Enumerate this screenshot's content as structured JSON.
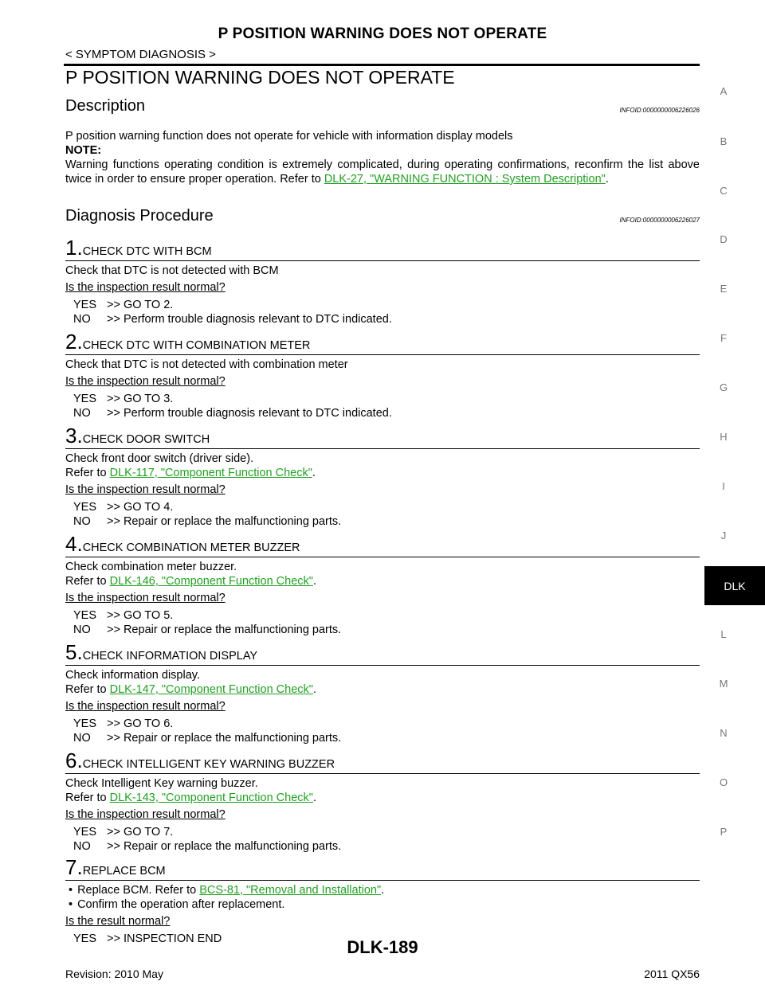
{
  "header": {
    "title": "P POSITION WARNING DOES NOT OPERATE",
    "breadcrumb": "< SYMPTOM DIAGNOSIS >"
  },
  "page_title": "P POSITION WARNING DOES NOT OPERATE",
  "description": {
    "heading": "Description",
    "infoid": "INFOID:0000000006226026",
    "line1": "P position warning function does not operate for vehicle with information display models",
    "note_label": "NOTE:",
    "note_text": "Warning functions operating condition is extremely complicated, during operating confirmations, reconfirm the list above twice in order to ensure proper operation. Refer to ",
    "note_link": "DLK-27, \"WARNING FUNCTION : System Description\"",
    "note_end": "."
  },
  "procedure": {
    "heading": "Diagnosis Procedure",
    "infoid": "INFOID:0000000006226027",
    "steps": [
      {
        "num": "1.",
        "label": "CHECK DTC WITH BCM",
        "line1": "Check that DTC is not detected with BCM",
        "question": "Is the inspection result normal?",
        "yes_key": "YES",
        "yes": ">> GO TO 2.",
        "no_key": "NO",
        "no": ">> Perform trouble diagnosis relevant to DTC indicated."
      },
      {
        "num": "2.",
        "label": "CHECK DTC WITH COMBINATION METER",
        "line1": "Check that DTC is not detected with combination meter",
        "question": "Is the inspection result normal?",
        "yes_key": "YES",
        "yes": ">> GO TO 3.",
        "no_key": "NO",
        "no": ">> Perform trouble diagnosis relevant to DTC indicated."
      },
      {
        "num": "3.",
        "label": "CHECK DOOR SWITCH",
        "line1": "Check front door switch (driver side).",
        "refer": "Refer to ",
        "link": "DLK-117, \"Component Function Check\"",
        "end": ".",
        "question": "Is the inspection result normal?",
        "yes_key": "YES",
        "yes": ">> GO TO 4.",
        "no_key": "NO",
        "no": ">> Repair or replace the malfunctioning parts."
      },
      {
        "num": "4.",
        "label": "CHECK COMBINATION METER BUZZER",
        "line1": "Check combination meter buzzer.",
        "refer": "Refer to ",
        "link": "DLK-146, \"Component Function Check\"",
        "end": ".",
        "question": "Is the inspection result normal?",
        "yes_key": "YES",
        "yes": ">> GO TO 5.",
        "no_key": "NO",
        "no": ">> Repair or replace the malfunctioning parts."
      },
      {
        "num": "5.",
        "label": "CHECK INFORMATION DISPLAY",
        "line1": "Check information display.",
        "refer": "Refer to ",
        "link": "DLK-147, \"Component Function Check\"",
        "end": ".",
        "question": "Is the inspection result normal?",
        "yes_key": "YES",
        "yes": ">> GO TO 6.",
        "no_key": "NO",
        "no": ">> Repair or replace the malfunctioning parts."
      },
      {
        "num": "6.",
        "label": "CHECK INTELLIGENT KEY WARNING BUZZER",
        "line1": "Check Intelligent Key warning buzzer.",
        "refer": "Refer to ",
        "link": "DLK-143, \"Component Function Check\"",
        "end": ".",
        "question": "Is the inspection result normal?",
        "yes_key": "YES",
        "yes": ">> GO TO 7.",
        "no_key": "NO",
        "no": ">> Repair or replace the malfunctioning parts."
      },
      {
        "num": "7.",
        "label": "REPLACE BCM",
        "bullet1": "Replace BCM. Refer to ",
        "link": "BCS-81, \"Removal and Installation\"",
        "end": ".",
        "bullet2": "Confirm the operation after replacement.",
        "question": "Is the result normal?",
        "yes_key": "YES",
        "yes": ">> INSPECTION END"
      }
    ]
  },
  "side_index": [
    "A",
    "B",
    "C",
    "D",
    "E",
    "F",
    "G",
    "H",
    "I",
    "J",
    "DLK",
    "L",
    "M",
    "N",
    "O",
    "P"
  ],
  "footer": {
    "revision": "Revision: 2010 May",
    "page": "DLK-189",
    "model": "2011 QX56"
  }
}
